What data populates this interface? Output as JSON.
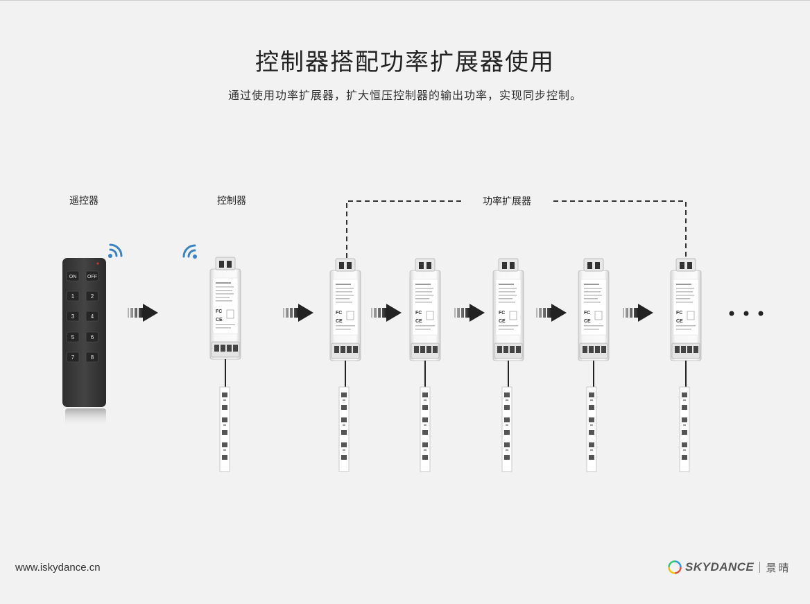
{
  "header": {
    "title": "控制器搭配功率扩展器使用",
    "subtitle": "通过使用功率扩展器，扩大恒压控制器的输出功率，实现同步控制。"
  },
  "labels": {
    "remote": "遥控器",
    "controller": "控制器",
    "amplifier": "功率扩展器"
  },
  "remote": {
    "buttons": [
      "ON",
      "OFF",
      "1",
      "2",
      "3",
      "4",
      "5",
      "6",
      "7",
      "8"
    ]
  },
  "footer": {
    "url": "www.iskydance.cn",
    "brand": "SKYDANCE",
    "brand_cn": "景晴"
  },
  "colors": {
    "background": "#f2f2f2",
    "wifi": "#3b82c4",
    "arrow": "#222222",
    "remote_body": "#3a3a3a"
  }
}
